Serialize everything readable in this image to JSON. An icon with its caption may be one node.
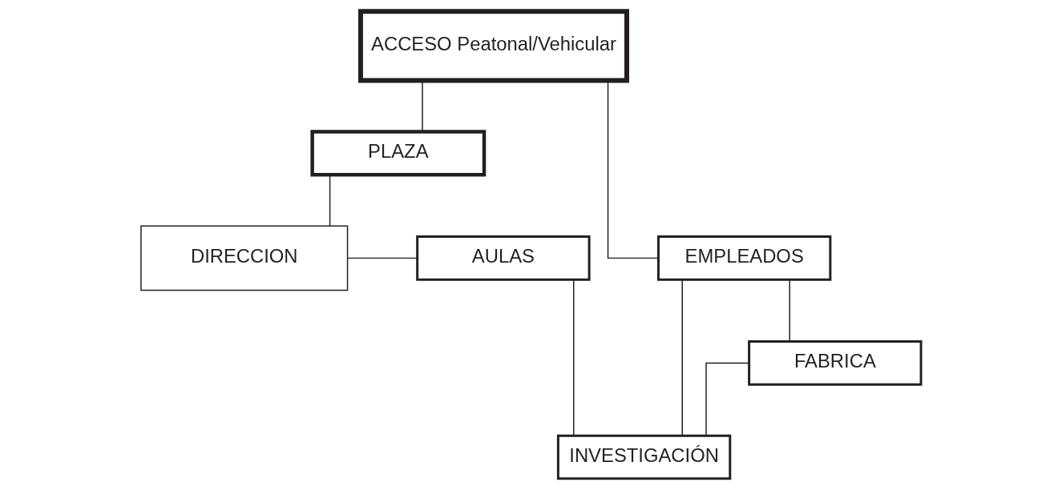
{
  "diagram": {
    "nodes": [
      {
        "text": [
          "ACCESO Peatonal/Vehicular"
        ]
      },
      {
        "text": [
          "PLAZA"
        ]
      },
      {
        "text": [
          "EMPLEADOS"
        ]
      },
      {
        "text": [
          "AULAS"
        ]
      },
      {
        "text": [
          "DIRECCION"
        ]
      },
      {
        "text": [
          "FABRICA"
        ]
      },
      {
        "text": [
          "INVESTIGACIÓN"
        ]
      }
    ],
    "edges": [
      {
        "from": 0,
        "to": 1,
        "arrow": "none"
      },
      {
        "from": 0,
        "to": 2,
        "arrow": "none"
      },
      {
        "from": 1,
        "to": 4,
        "arrow": "none"
      },
      {
        "from": 3,
        "to": 4,
        "arrow": "none"
      },
      {
        "from": 2,
        "to": 5,
        "arrow": "none"
      },
      {
        "from": 2,
        "to": 6,
        "arrow": "none"
      },
      {
        "from": 3,
        "to": 6,
        "arrow": "none"
      },
      {
        "from": 5,
        "to": 6,
        "arrow": "none"
      }
    ]
  }
}
